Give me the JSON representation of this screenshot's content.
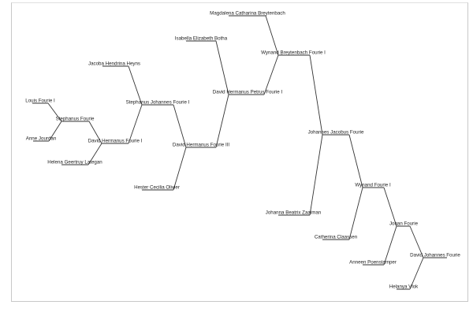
{
  "tree": {
    "nodes": [
      {
        "id": "louis",
        "name": "Louis Fourie I"
      },
      {
        "id": "anne",
        "name": "Anne Jourdan"
      },
      {
        "id": "stephanus",
        "name": "Stephanus Fourie"
      },
      {
        "id": "helena",
        "name": "Helena Geertruy Lategan"
      },
      {
        "id": "dhf1",
        "name": "David Hermanus Fourie I"
      },
      {
        "id": "jacoba",
        "name": "Jacoba Hendrina Heyns"
      },
      {
        "id": "sjf1",
        "name": "Stephanus Johannes Fourie I"
      },
      {
        "id": "hester",
        "name": "Hester Cecilia Olivier"
      },
      {
        "id": "dhf3",
        "name": "David Hermanus Fourie III"
      },
      {
        "id": "isabella",
        "name": "Isabella Elizabeth Botha"
      },
      {
        "id": "dhpf1",
        "name": "David Hermanus Petrus Fourie I"
      },
      {
        "id": "magdalena",
        "name": "Magdalena Catharina Breytenbach"
      },
      {
        "id": "wbf1",
        "name": "Wynand Breytenbach Fourie I"
      },
      {
        "id": "johanna",
        "name": "Johanna Beatrix Zaaiman"
      },
      {
        "id": "jjf",
        "name": "Johannes Jacobus Fourie"
      },
      {
        "id": "catherina",
        "name": "Catherina Claassen"
      },
      {
        "id": "wf1",
        "name": "Wynand Fourie I"
      },
      {
        "id": "anneen",
        "name": "Anneen Poenstamper"
      },
      {
        "id": "johan",
        "name": "Johan Fourie"
      },
      {
        "id": "helanya",
        "name": "Helanya Vlok"
      },
      {
        "id": "djf",
        "name": "David Johannes Fourie"
      }
    ],
    "parents": {
      "stephanus": [
        "louis",
        "anne"
      ],
      "dhf1": [
        "stephanus",
        "helena"
      ],
      "sjf1": [
        "jacoba",
        "dhf1"
      ],
      "dhf3": [
        "sjf1",
        "hester"
      ],
      "dhpf1": [
        "isabella",
        "dhf3"
      ],
      "wbf1": [
        "magdalena",
        "dhpf1"
      ],
      "jjf": [
        "wbf1",
        "johanna"
      ],
      "wf1": [
        "jjf",
        "catherina"
      ],
      "johan": [
        "wf1",
        "anneen"
      ],
      "djf": [
        "johan",
        "helanya"
      ]
    }
  }
}
